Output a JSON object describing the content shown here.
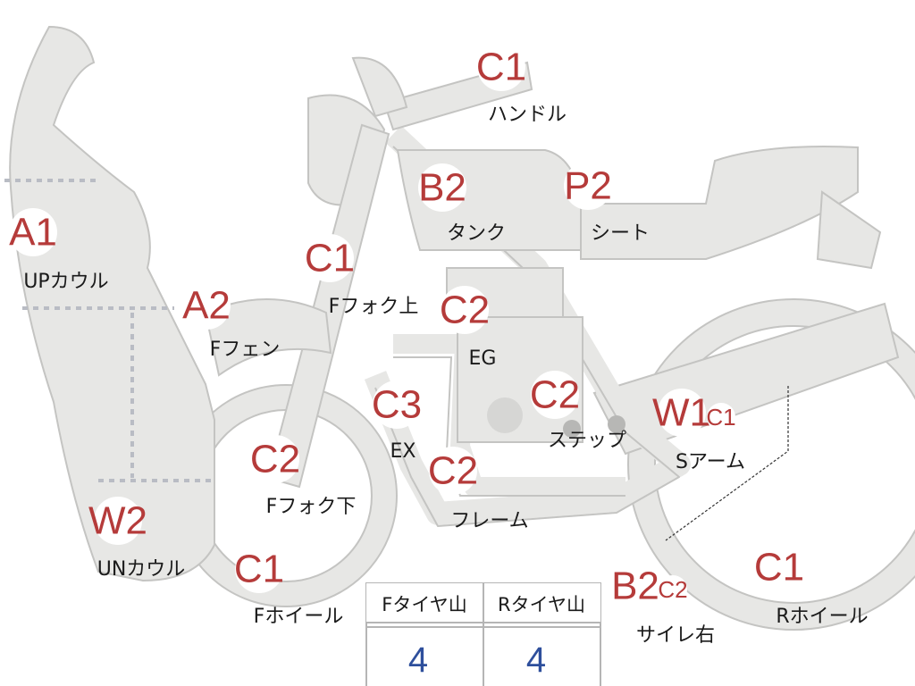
{
  "parts": [
    {
      "id": "up-cowl",
      "grade": "A1",
      "label": "UPカウル"
    },
    {
      "id": "f-fender",
      "grade": "A2",
      "label": "Fフェン"
    },
    {
      "id": "f-fork-upper",
      "grade": "C1",
      "label": "Fフォク上"
    },
    {
      "id": "handle",
      "grade": "C1",
      "label": "ハンドル"
    },
    {
      "id": "tank",
      "grade": "B2",
      "label": "タンク"
    },
    {
      "id": "seat",
      "grade": "P2",
      "label": "シート"
    },
    {
      "id": "engine",
      "grade": "C2",
      "label": "EG"
    },
    {
      "id": "exhaust",
      "grade": "C3",
      "label": "EX"
    },
    {
      "id": "step",
      "grade": "C2",
      "label": "ステップ"
    },
    {
      "id": "swing-arm",
      "grade": "W1",
      "sub_grade": "C1",
      "label": "Sアーム"
    },
    {
      "id": "f-fork-lower",
      "grade": "C2",
      "label": "Fフォク下"
    },
    {
      "id": "frame",
      "grade": "C2",
      "label": "フレーム"
    },
    {
      "id": "un-cowl",
      "grade": "W2",
      "label": "UNカウル"
    },
    {
      "id": "f-wheel",
      "grade": "C1",
      "label": "Fホイール"
    },
    {
      "id": "muffler-right",
      "grade": "B2",
      "sub_grade": "C2",
      "label": "サイレ右"
    },
    {
      "id": "r-wheel",
      "grade": "C1",
      "label": "Rホイール"
    }
  ],
  "tire_table": {
    "headers": [
      "Fタイヤ山",
      "Rタイヤ山"
    ],
    "values": [
      "4",
      "4"
    ]
  },
  "colors": {
    "grade_text": "#b53b3a",
    "part_fill": "#e7e7e5",
    "value_text": "#2e4f9c"
  }
}
